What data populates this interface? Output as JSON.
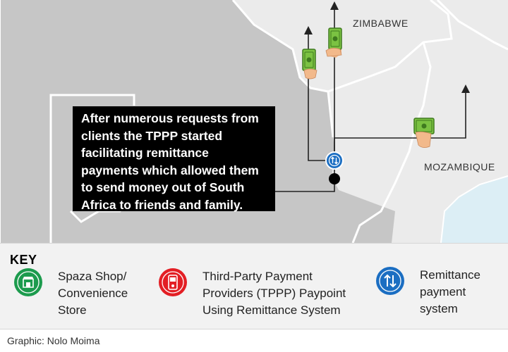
{
  "map": {
    "labels": {
      "north": "ZIMBABWE",
      "east": "MOZAMBIQUE"
    },
    "colors": {
      "land": "#c6c6c6",
      "neighbor": "#ebebeb",
      "sea": "#dceef5",
      "border": "#ffffff",
      "route": "#222222",
      "money": "#7bc242",
      "hand": "#f2b98b"
    }
  },
  "callout": {
    "lines": [
      "After numerous  requests from",
      "clients  the TPPP started",
      "facilitating remittance",
      "payments which allowed them",
      "to send money out of South",
      "Africa to friends and family."
    ]
  },
  "key": {
    "title": "KEY",
    "items": [
      {
        "icon": "store-icon",
        "color": "#1c9b4d",
        "lines": [
          "Spaza Shop/",
          "Convenience",
          "Store"
        ]
      },
      {
        "icon": "payment-terminal-icon",
        "color": "#e31e24",
        "lines": [
          "Third-Party Payment",
          "Providers (TPPP) Paypoint",
          "Using Remittance System"
        ]
      },
      {
        "icon": "transfer-arrows-icon",
        "color": "#1b6ec2",
        "lines": [
          "Remittance",
          "payment",
          "system"
        ]
      }
    ]
  },
  "credit": "Graphic: Nolo Moima"
}
